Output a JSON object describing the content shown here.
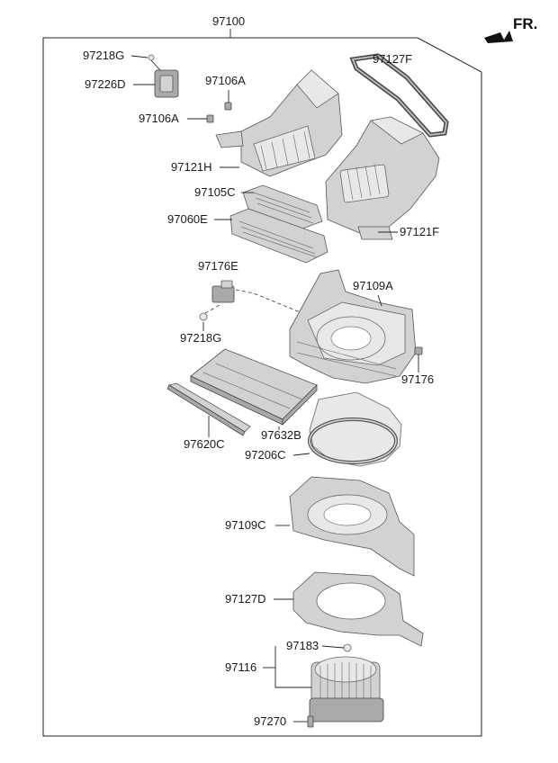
{
  "direction_indicator": {
    "label": "FR."
  },
  "assembly": {
    "number": "97100"
  },
  "callouts": {
    "p97218G_top": "97218G",
    "p97226D": "97226D",
    "p97106A_a": "97106A",
    "p97106A_b": "97106A",
    "p97127F": "97127F",
    "p97121H": "97121H",
    "p97105C": "97105C",
    "p97060E": "97060E",
    "p97121F": "97121F",
    "p97176E": "97176E",
    "p97109A": "97109A",
    "p97218G_mid": "97218G",
    "p97176": "97176",
    "p97632B": "97632B",
    "p97620C": "97620C",
    "p97206C": "97206C",
    "p97109C": "97109C",
    "p97127D": "97127D",
    "p97183": "97183",
    "p97116": "97116",
    "p97270": "97270"
  }
}
